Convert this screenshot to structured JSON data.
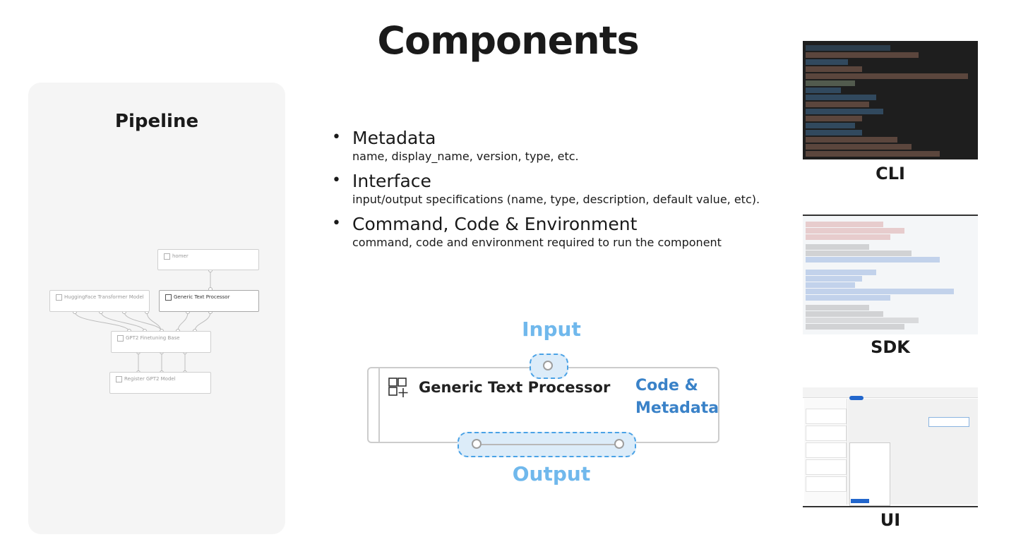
{
  "title": "Components",
  "pipeline": {
    "title": "Pipeline",
    "nodes": {
      "homer": "homer",
      "hf_model": "HuggingFace Transformer Model",
      "generic": "Generic Text Processor",
      "finetune": "GPT2 Finetuning Base",
      "register": "Register GPT2 Model"
    }
  },
  "bullets": [
    {
      "head": "Metadata",
      "sub": "name, display_name, version, type, etc."
    },
    {
      "head": "Interface",
      "sub": "input/output specifications (name, type, description, default value, etc)."
    },
    {
      "head": "Command, Code & Environment",
      "sub": "command, code and environment required to run the component"
    }
  ],
  "component": {
    "input_label": "Input",
    "output_label": "Output",
    "name": "Generic Text Processor",
    "code_line1": "Code &",
    "code_line2": "Metadata"
  },
  "colors": {
    "io_label": "#70b8ec",
    "port_dash": "#4aa2e6",
    "port_fill": "#dcecf9",
    "code_meta": "#3a82c8",
    "cli_bg": "#1e1e1e"
  },
  "thumbnails": {
    "cli": "CLI",
    "sdk": "SDK",
    "ui": "UI"
  }
}
